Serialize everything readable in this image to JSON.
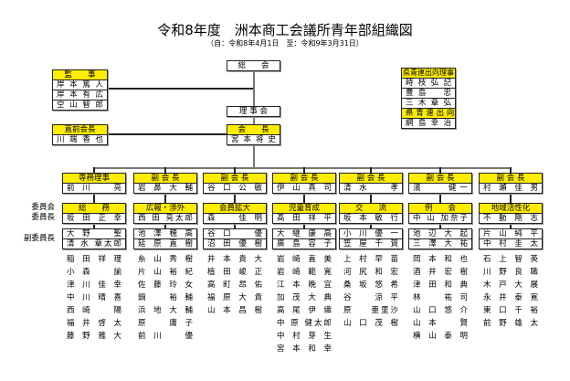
{
  "title": "令和8年度　洲本商工会議所青年部組織図",
  "subtitle": "（自：令和8年4月1日　至：令和9年3月31日）",
  "general_meeting": "総　　会",
  "board": "理 事 会",
  "president": {
    "title": "会　　長",
    "name": "宮 本 将 史"
  },
  "auditors": {
    "title": "監　　事",
    "names": [
      "岸 本 篤 人",
      "岸 本 有 広",
      "空 山 智 郎"
    ]
  },
  "former_president": {
    "title": "直前会長",
    "name": "川 端 香 也"
  },
  "prefectural": {
    "title": "県青連出向理事",
    "names": [
      "時 枝 弘 記",
      "豊 島 　 忠",
      "三 木 章 弘"
    ],
    "title2": "県 青 連 出 向",
    "names2": [
      "網 島 幸 治"
    ]
  },
  "labels": {
    "chair1": "委員会",
    "chair2": "委員長",
    "vice": "副委員長"
  },
  "columns": [
    {
      "officer_title": "専務理事",
      "officer": "前 川 　 亮",
      "committee": "総　　務",
      "chair": "坂 田 正 幸",
      "vice": [
        "大 野 　 聖",
        "清 水 章太郎"
      ],
      "members": [
        "稲 田 祥 理",
        "小 森 　 諭",
        "津 川 佳 幸",
        "中 川 晴 喜",
        "西 崎 　 陽",
        "福 井 啓 太",
        "藤 野 雅 大"
      ]
    },
    {
      "officer_title": "副 会 長",
      "officer": "岩 鼻 大 輔",
      "committee": "広報・渉外",
      "chair": "西 田 亮太郎",
      "vice": [
        "池 澤 穂 高",
        "延 原 直 樹"
      ],
      "members": [
        "糸 山 秀 樹",
        "片 山 裕 紀",
        "佐 藤 玲 女",
        "鍋 　 裕 輔",
        "浜 地 大 輔",
        "原 　 庸 子",
        "前 川 　 優"
      ]
    },
    {
      "officer_title": "副 会 長",
      "officer": "谷 口 公 敏",
      "committee": "会員拡大",
      "chair": "森 　 佳 明",
      "vice": [
        "谷 口 　 優",
        "沼 田 優 樹"
      ],
      "members": [
        "井 本 貴 大",
        "植 田 峻 正",
        "高 町 昂 佑",
        "福 原 大 貴",
        "山 本 昌 樹"
      ]
    },
    {
      "officer_title": "副 会 長",
      "officer": "伊 山 真 司",
      "committee": "児童育成",
      "chair": "髙 田 祥 平",
      "vice": [
        "大 継 康 高",
        "廣 島 容 子"
      ],
      "members": [
        "岩 崎 直 美",
        "岩 崎 範 寛",
        "江 本 晩 宜",
        "加 茂 大 典",
        "高 尾 伊 織",
        "中 原 健太郎",
        "中 村 芽 生",
        "宮 本 和 幸"
      ]
    },
    {
      "officer_title": "副 会 長",
      "officer": "清 水 　 孝",
      "committee": "交　　流",
      "chair": "坂 本 敏 行",
      "vice": [
        "小 川 優 一",
        "笠 屋 千 賀"
      ],
      "members": [
        "上 村 早 苗",
        "河 尻 和 宏",
        "桑 坂 悠 希",
        "谷 　 涼 平",
        "原 　 亜里沙",
        "山 口 茂 樹"
      ]
    },
    {
      "officer_title": "副 会 長",
      "officer": "濱 　 健一",
      "committee": "例　　会",
      "chair": "中 山 加奈子",
      "vice": [
        "池 辺 大 起",
        "三 澤 大 祐"
      ],
      "members": [
        "岡 本 和 也",
        "酒 井 宏 樹",
        "津 田 和 典",
        "林 　 祐 司",
        "山 口 悠 介",
        "山 本 　 賢",
        "横 山 泰 明"
      ]
    },
    {
      "officer_title": "副 会 長",
      "officer": "村 瀬 佳 男",
      "committee": "地域活性化",
      "chair": "不 動 剛 志",
      "vice": [
        "片 山 純 平",
        "中 村 圭 太"
      ],
      "members": [
        "石 上 智 英",
        "川 野 良 職",
        "木 戸 大 展",
        "永 井 泰 寛",
        "東 口 千 裕",
        "前 野 雄 太"
      ]
    }
  ],
  "colors": {
    "header": "#ffed00",
    "line": "#777777"
  }
}
